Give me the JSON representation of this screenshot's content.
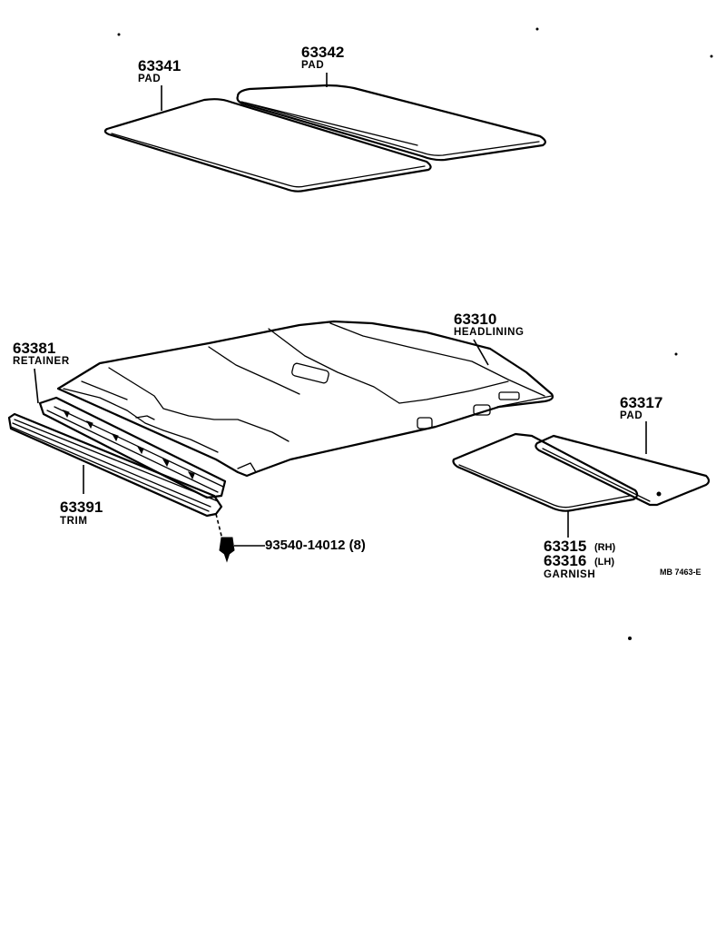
{
  "parts": {
    "pad_63341": {
      "number": "63341",
      "name": "PAD"
    },
    "pad_63342": {
      "number": "63342",
      "name": "PAD"
    },
    "headlining": {
      "number": "63310",
      "name": "HEADLINING"
    },
    "retainer": {
      "number": "63381",
      "name": "RETAINER"
    },
    "pad_63317": {
      "number": "63317",
      "name": "PAD"
    },
    "trim": {
      "number": "63391",
      "name": "TRIM"
    },
    "screw": {
      "number": "93540-14012 (8)"
    },
    "garnish": {
      "number_rh": "63315",
      "suffix_rh": "(RH)",
      "number_lh": "63316",
      "suffix_lh": "(LH)",
      "name": "GARNISH"
    }
  },
  "reference_code": "MB 7463-E"
}
